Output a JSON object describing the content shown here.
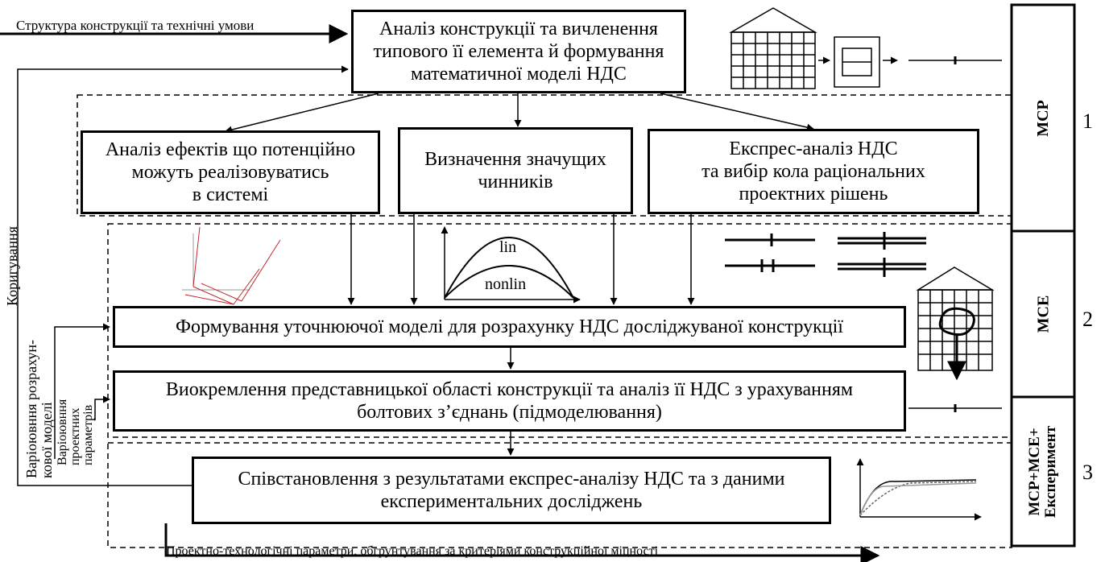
{
  "inputs": {
    "structure_conditions": "Структура конструкції та технічні умови",
    "correction": "Коригування",
    "variation_model": "Варіоювння розрахун-\nкової моделі",
    "variation_params": "Варіоювння\nпроектних\nпараметрів"
  },
  "boxes": {
    "analysis_main": "Аналіз конструкції та вичленення\nтипового її елемента й формування\nматематичної моделі НДС",
    "effects": "Аналіз ефектів що потенційно\nможуть реалізовуватись\nв системі",
    "factors": "Визначення значущих\nчинників",
    "express": "Експрес-аналіз НДС\nта вибір кола раціональних\nпроектних рішень",
    "refining_model": "Формування уточнюючої моделі для розрахунку НДС досліджуваної конструкції",
    "submodel": "Виокремлення представницької області конструкції та аналіз її НДС з урахуванням\nболтових з’єднань (підмоделювання)",
    "comparison": "Співстановлення з результатами експрес-аналізу НДС та з даними\nекспериментальних досліджень"
  },
  "output_text": "Проектно-технологічні параметри, обгрунтування за критеріями конструкційної міцності",
  "plot_labels": {
    "lin": "lin",
    "nonlin": "nonlin"
  },
  "stages": [
    {
      "label": "МСР",
      "number": "1"
    },
    {
      "label": "МСЕ",
      "number": "2"
    },
    {
      "label": "МСР+МСЕ+\nЕксперимент",
      "number": "3"
    }
  ]
}
